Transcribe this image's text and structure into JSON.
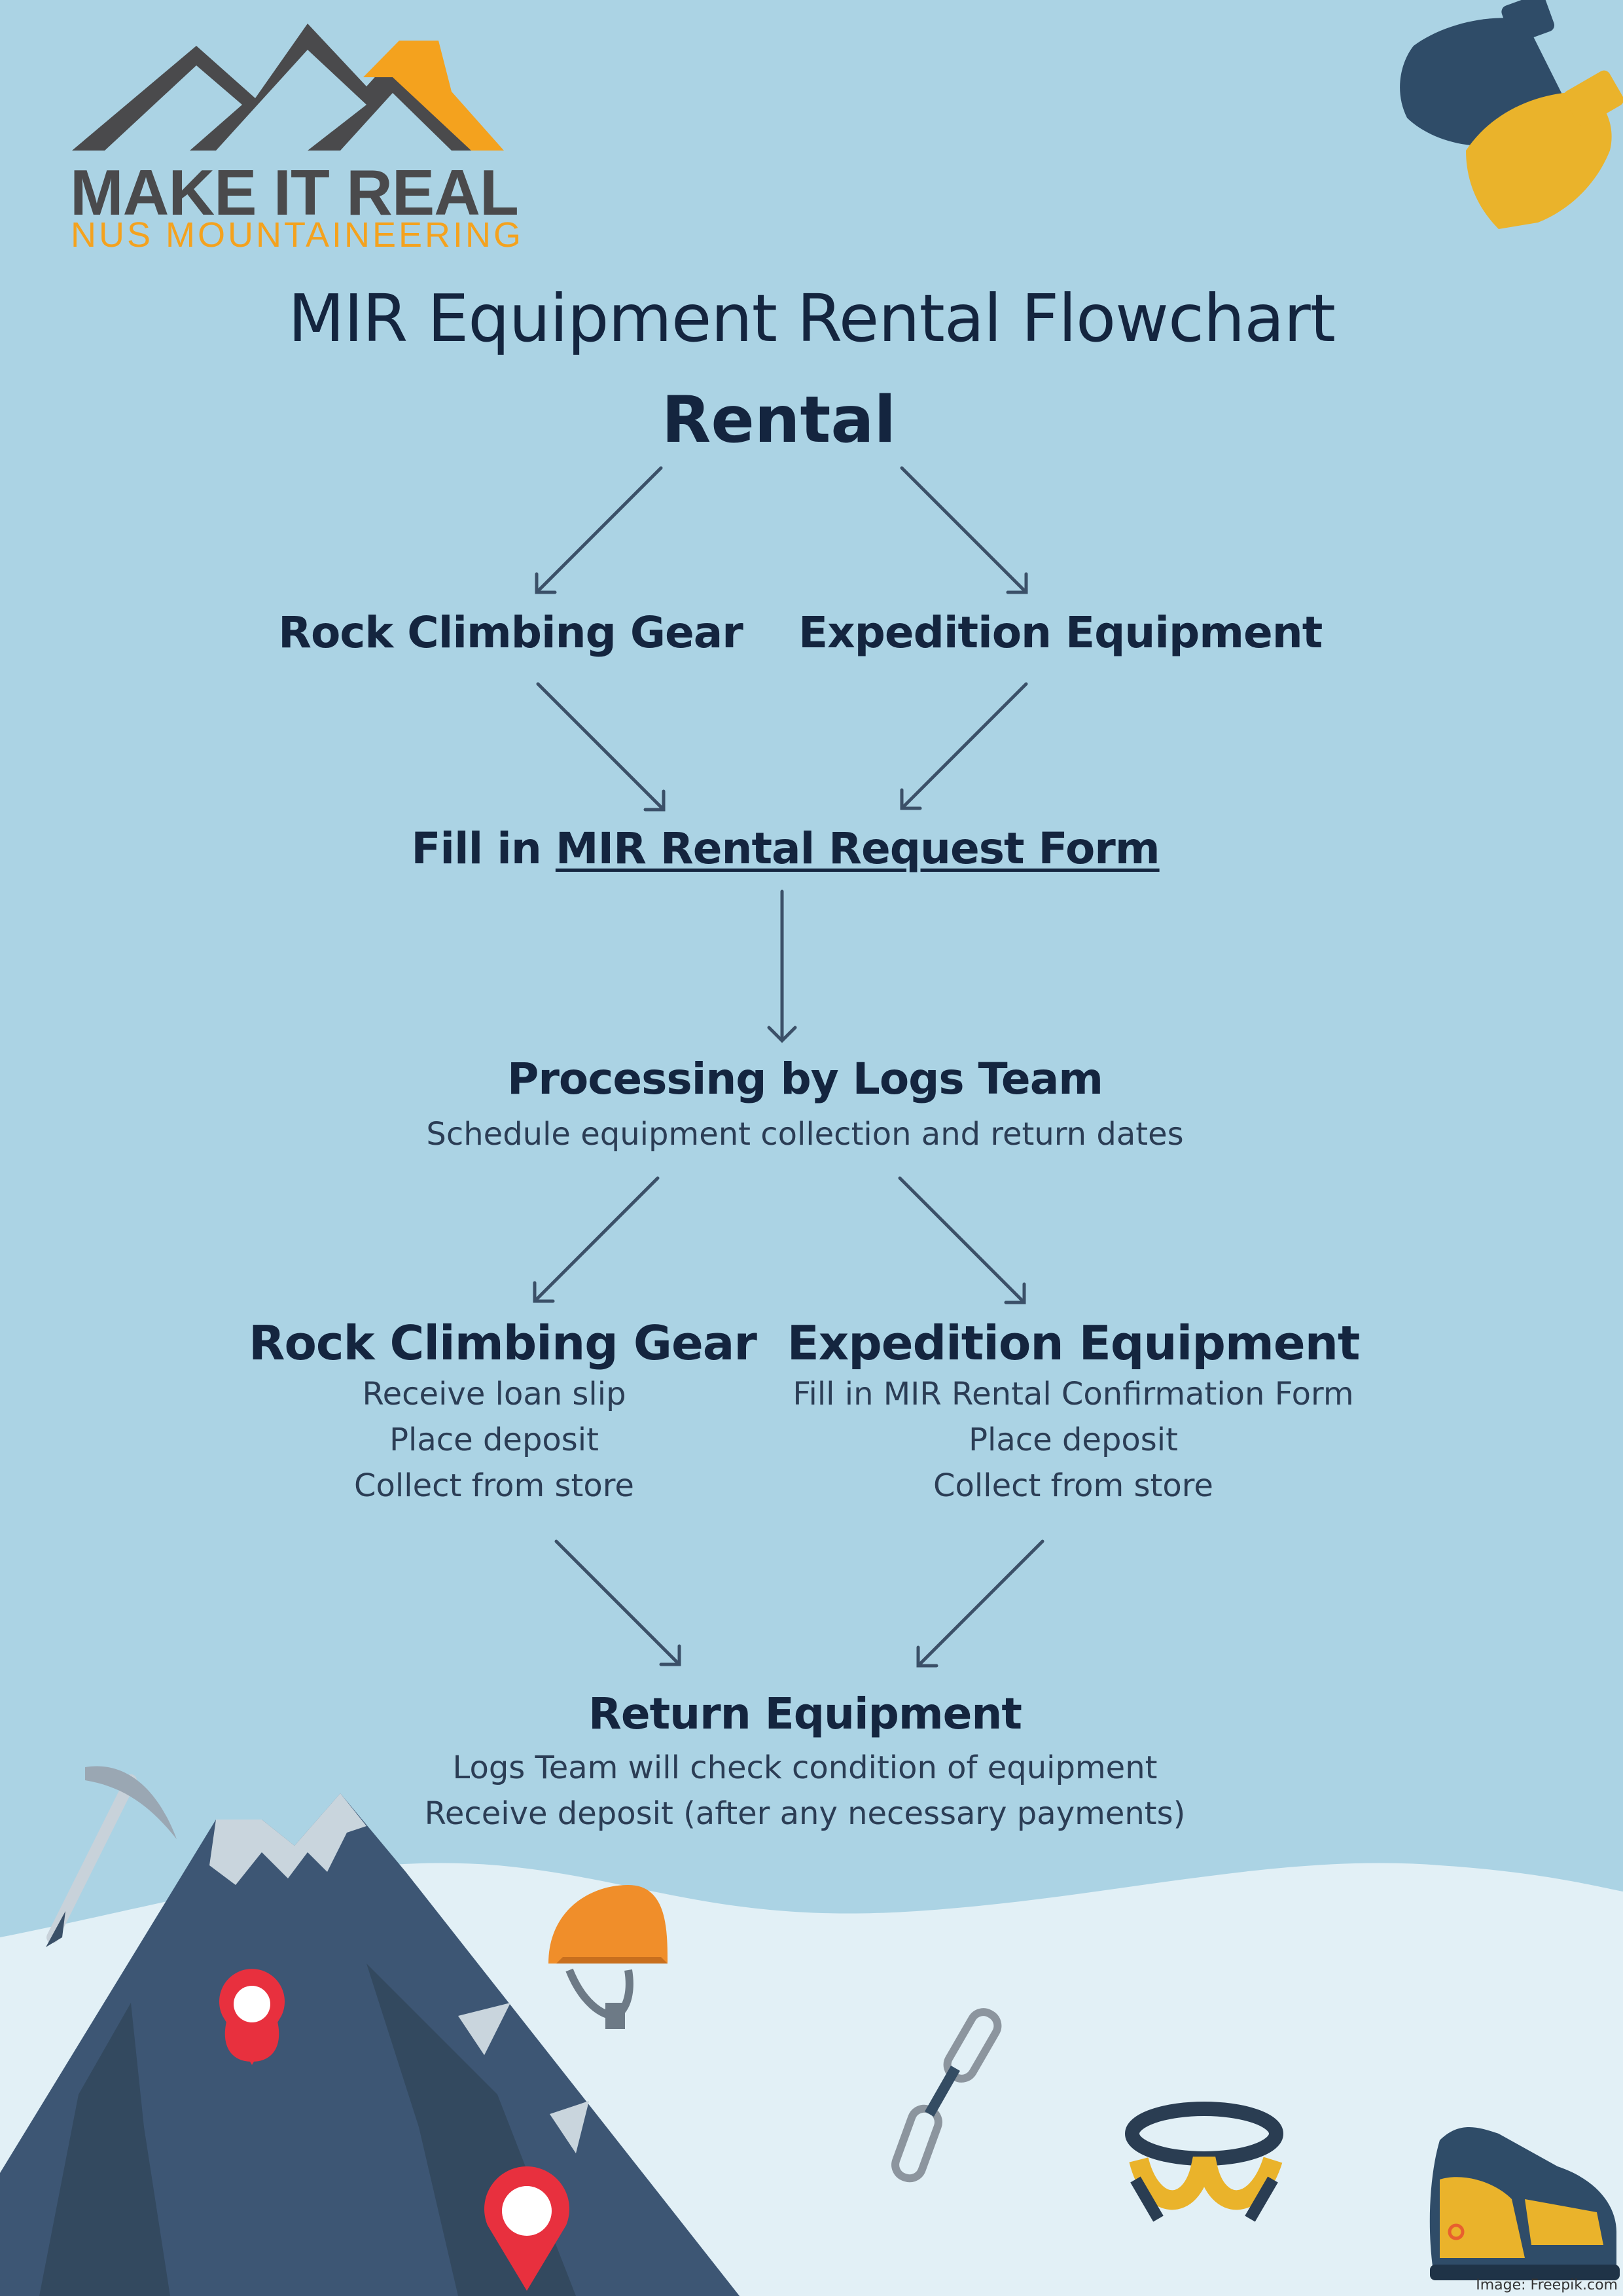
{
  "logo": {
    "main": "MAKE IT REAL",
    "sub": "NUS MOUNTAINEERING",
    "colors": {
      "dark": "#4a4a4c",
      "accent": "#f4a21e"
    }
  },
  "title": "MIR Equipment Rental Flowchart",
  "subtitle": "Rental",
  "flow": {
    "step1_left": {
      "title": "Rock Climbing Gear"
    },
    "step1_right": {
      "title": "Expedition Equipment"
    },
    "form": {
      "prefix": "Fill in",
      "link": "MIR Rental Request Form"
    },
    "processing": {
      "title": "Processing by Logs Team",
      "lines": [
        "Schedule equipment collection and return dates"
      ]
    },
    "step2_left": {
      "title": "Rock Climbing Gear",
      "lines": [
        "Receive loan slip",
        "Place deposit",
        "Collect from store"
      ]
    },
    "step2_right": {
      "title": "Expedition Equipment",
      "lines": [
        "Fill in MIR Rental Confirmation Form",
        "Place deposit",
        "Collect from store"
      ]
    },
    "return": {
      "title": "Return Equipment",
      "lines": [
        "Logs Team will check condition of equipment",
        "Receive deposit (after any necessary payments)"
      ]
    }
  },
  "credit": "Image: Freepik.com",
  "colors": {
    "background": "#abd3e4",
    "snow": "#e2f0f6",
    "text": "#14253f",
    "arrow": "#3b5068"
  }
}
